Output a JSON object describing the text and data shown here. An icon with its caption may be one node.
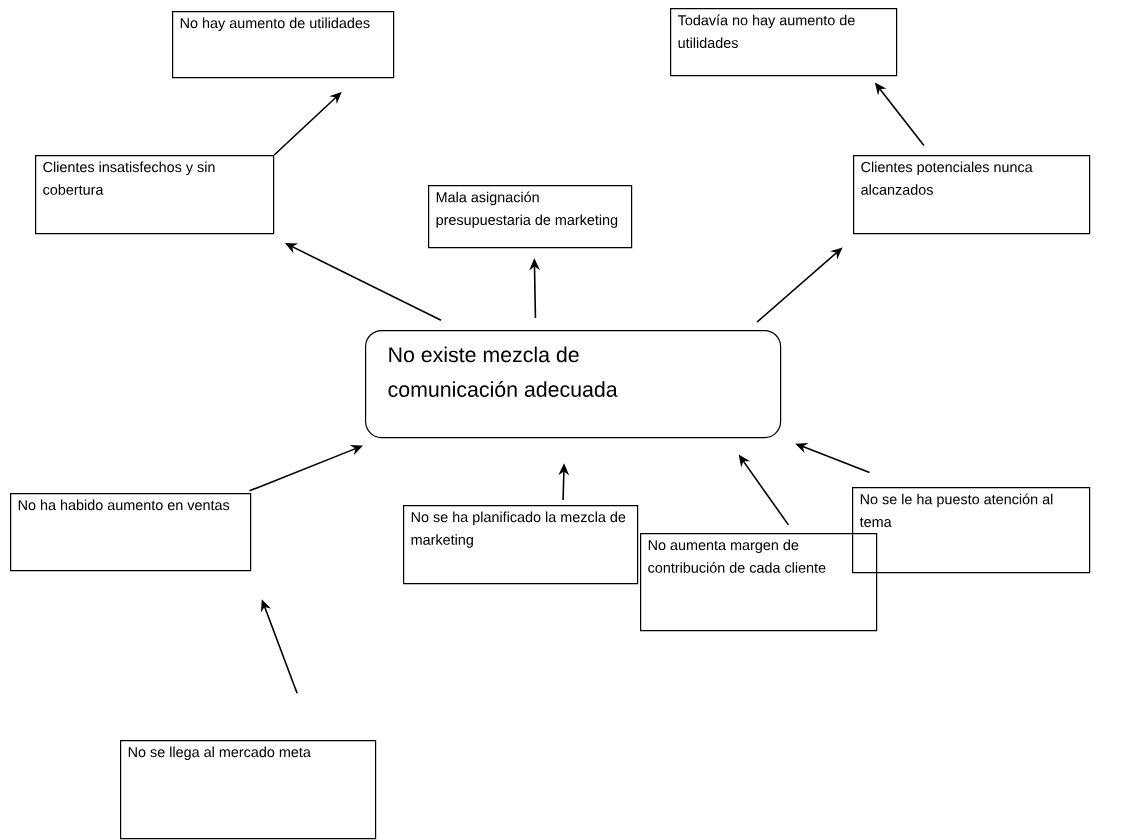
{
  "diagram": {
    "nodes": [
      {
        "text": [
          "No hay aumento de utilidades"
        ]
      },
      {
        "text": [
          "Todavía no hay aumento de utilidades"
        ]
      },
      {
        "text": [
          "Clientes insatisfechos y sin cobertura"
        ]
      },
      {
        "text": [
          "Mala asignación presupuestaria de marketing"
        ]
      },
      {
        "text": [
          "Clientes potenciales nunca alcanzados"
        ]
      },
      {
        "text": [
          "No existe mezcla de comunicación adecuada"
        ]
      },
      {
        "text": [
          "No ha habido aumento en ventas"
        ]
      },
      {
        "text": [
          "No se ha planificado la mezcla de marketing"
        ]
      },
      {
        "text": [
          "No se le ha puesto atención al tema"
        ]
      },
      {
        "text": [
          "No aumenta margen de contribución de cada cliente"
        ]
      },
      {
        "text": [
          "No se llega al mercado meta"
        ]
      }
    ],
    "edges": [
      {
        "from": 2,
        "to": 0,
        "arrow": "to"
      },
      {
        "from": 4,
        "to": 1,
        "arrow": "to"
      },
      {
        "from": 5,
        "to": 2,
        "arrow": "to"
      },
      {
        "from": 5,
        "to": 3,
        "arrow": "to"
      },
      {
        "from": 5,
        "to": 4,
        "arrow": "to"
      },
      {
        "from": 6,
        "to": 5,
        "arrow": "to"
      },
      {
        "from": 7,
        "to": 5,
        "arrow": "to"
      },
      {
        "from": 9,
        "to": 5,
        "arrow": "to"
      },
      {
        "from": 8,
        "to": 5,
        "arrow": "to"
      },
      {
        "from": 10,
        "to": 6,
        "arrow": "to"
      }
    ]
  }
}
